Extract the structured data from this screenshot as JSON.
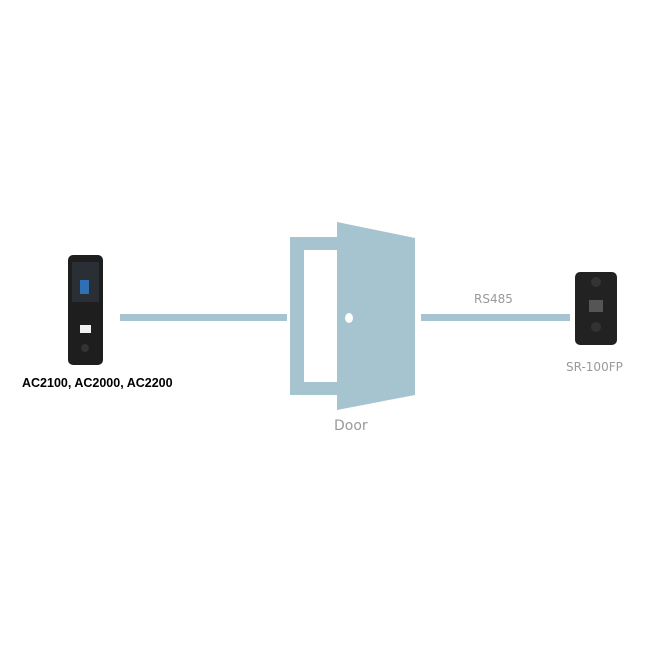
{
  "left_device": {
    "label": "AC2100, AC2000, AC2200"
  },
  "door": {
    "label": "Door"
  },
  "connection": {
    "label": "RS485"
  },
  "right_device": {
    "label": "SR-100FP"
  },
  "colors": {
    "link": "#a6c3d0",
    "door": "#a6c3d0",
    "muted_text": "#9a9a9a"
  }
}
